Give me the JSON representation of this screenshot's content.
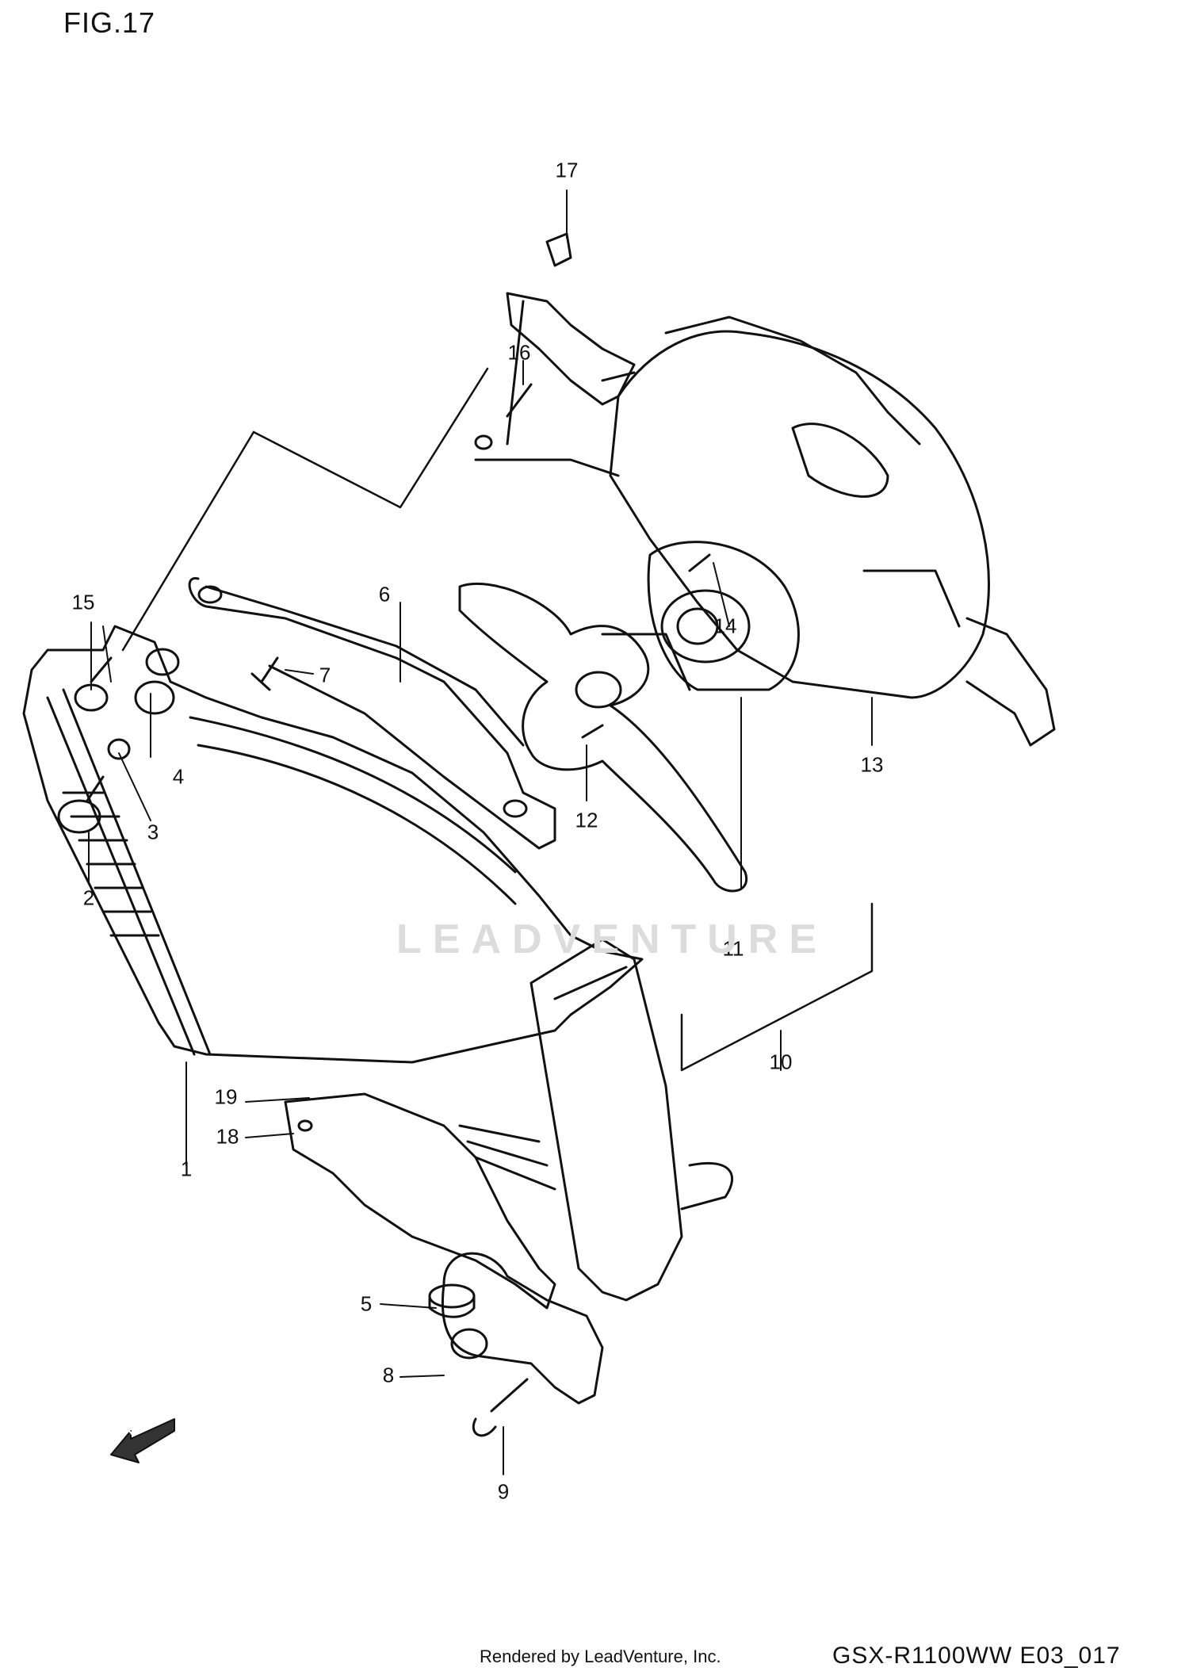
{
  "figure_title": "FIG.17",
  "callouts": [
    {
      "id": "c1",
      "label": "1"
    },
    {
      "id": "c2",
      "label": "2"
    },
    {
      "id": "c3",
      "label": "3"
    },
    {
      "id": "c4",
      "label": "4"
    },
    {
      "id": "c5",
      "label": "5"
    },
    {
      "id": "c6",
      "label": "6"
    },
    {
      "id": "c7",
      "label": "7"
    },
    {
      "id": "c8",
      "label": "8"
    },
    {
      "id": "c9",
      "label": "9"
    },
    {
      "id": "c10",
      "label": "10"
    },
    {
      "id": "c11",
      "label": "11"
    },
    {
      "id": "c12",
      "label": "12"
    },
    {
      "id": "c13",
      "label": "13"
    },
    {
      "id": "c14",
      "label": "14"
    },
    {
      "id": "c15",
      "label": "15"
    },
    {
      "id": "c16",
      "label": "16"
    },
    {
      "id": "c17",
      "label": "17"
    },
    {
      "id": "c18",
      "label": "18"
    },
    {
      "id": "c19",
      "label": "19"
    }
  ],
  "watermark": "LEADVENTURE",
  "direction_label": "FWD",
  "footer": {
    "rendered_by": "Rendered by LeadVenture, Inc.",
    "model_code": "GSX-R1100WW  E03_017"
  }
}
